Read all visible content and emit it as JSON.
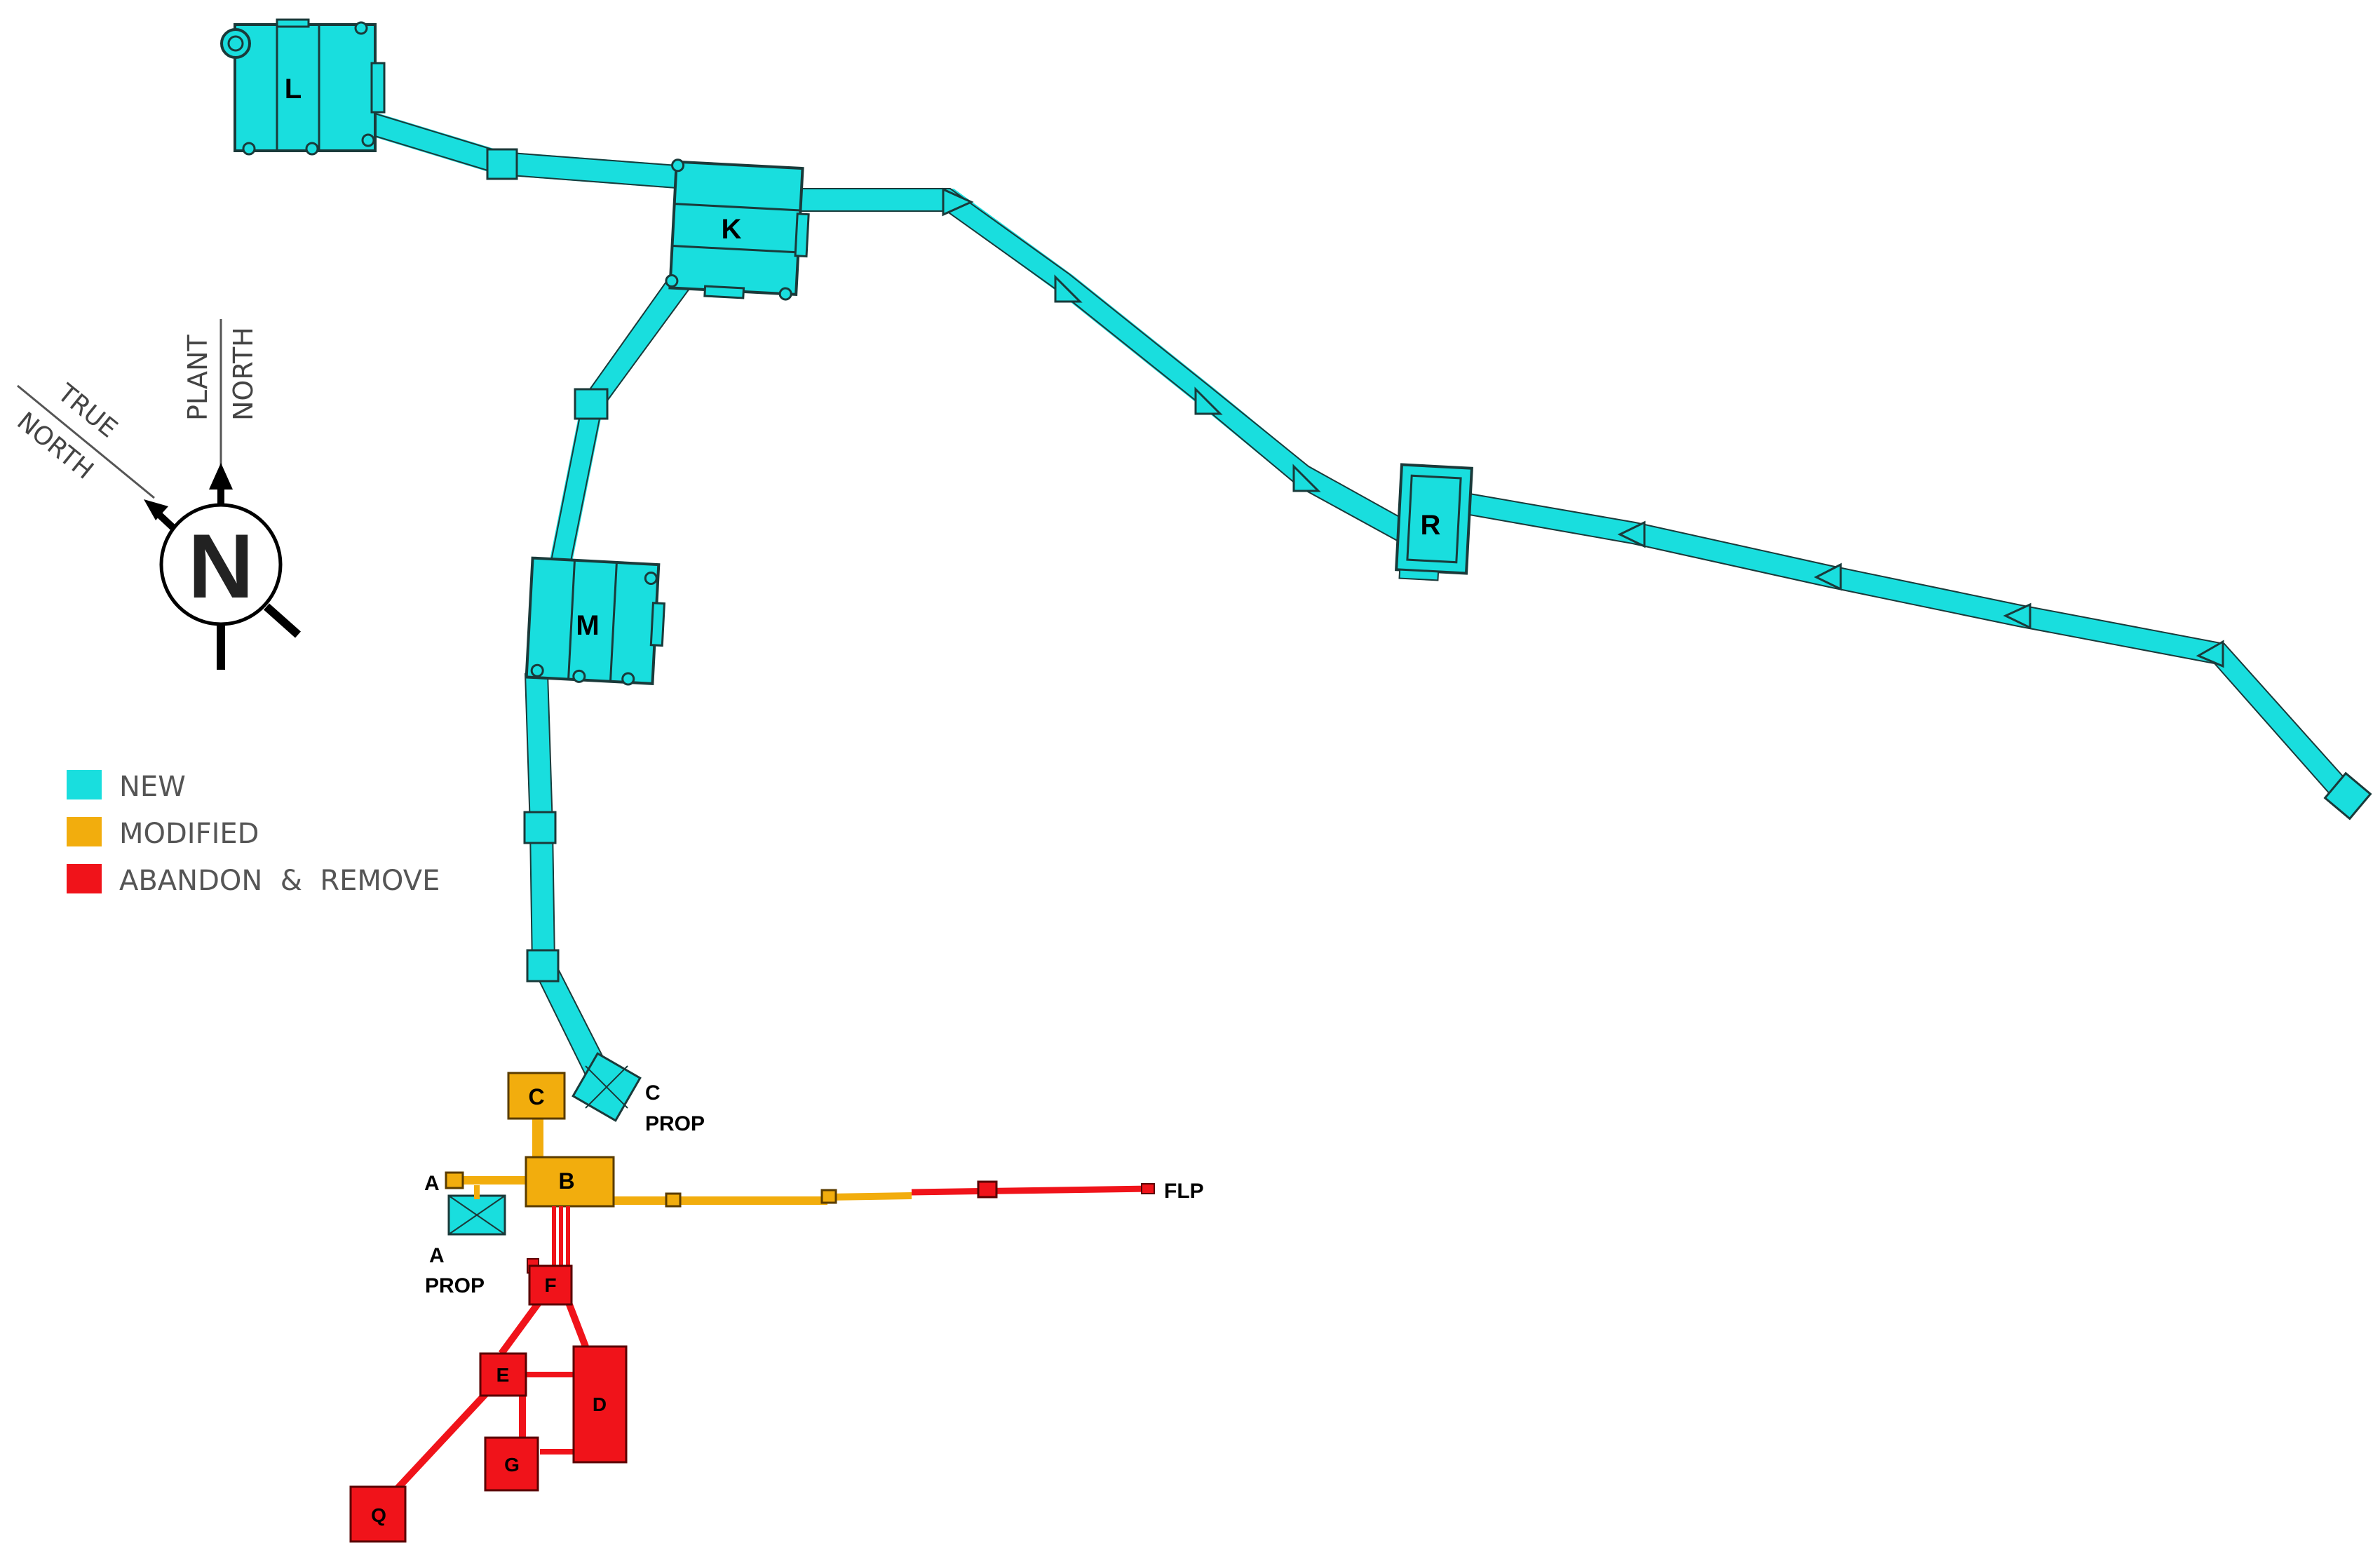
{
  "legend": [
    {
      "label": "NEW",
      "color": "#19dede"
    },
    {
      "label": "MODIFIED",
      "color": "#f2ad0d"
    },
    {
      "label": "ABANDON  &  REMOVE",
      "color": "#f0131a"
    }
  ],
  "compass": {
    "letter": "N",
    "true_north_line1": "TRUE",
    "true_north_line2": "NORTH",
    "plant_north_line1": "PLANT",
    "plant_north_line2": "NORTH"
  },
  "structures": {
    "L": "L",
    "K": "K",
    "M": "M",
    "R": "R",
    "C": "C",
    "B": "B",
    "A": "A",
    "F": "F",
    "E": "E",
    "D": "D",
    "G": "G",
    "Q": "Q"
  },
  "labels": {
    "c_prop_1": "C",
    "c_prop_2": "PROP",
    "a_prop_1": "A",
    "a_prop_2": "PROP",
    "flp": "FLP"
  },
  "colors": {
    "new": "#19dede",
    "modified": "#f2ad0d",
    "remove": "#f0131a",
    "outline": "#1a3a3a"
  }
}
